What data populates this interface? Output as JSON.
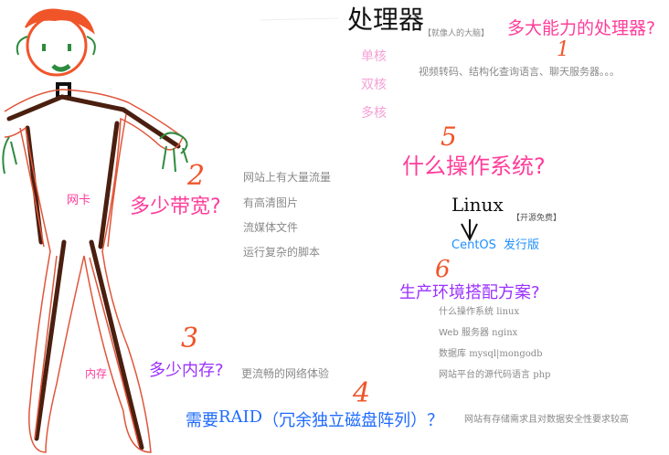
{
  "processor": {
    "title": "处理器",
    "note": "【就像人的大脑】",
    "question": "多大能力的处理器?",
    "number": "1",
    "cores": [
      "单核",
      "双核",
      "多核"
    ],
    "uses": "视频转码、结构化查询语言、聊天服务器。。。"
  },
  "os": {
    "number": "5",
    "question": "什么操作系统?",
    "linux": "Linux",
    "linux_note": "【开源免费】",
    "centos": "CentOS",
    "distro": "发行版"
  },
  "production": {
    "number": "6",
    "question": "生产环境搭配方案?",
    "items": [
      {
        "label": "什么操作系统",
        "value": "linux"
      },
      {
        "label": "Web 服务器",
        "value": "nginx"
      },
      {
        "label": "数据库",
        "value": "mysql|mongodb"
      },
      {
        "label": "网站平台的源代码语言",
        "value": "php"
      }
    ]
  },
  "bandwidth": {
    "number": "2",
    "part": "网卡",
    "question": "多少带宽?",
    "items": [
      "网站上有大量流量",
      "有高清图片",
      "流媒体文件",
      "运行复杂的脚本"
    ]
  },
  "memory": {
    "number": "3",
    "part": "内存",
    "question": "多少内存?",
    "note": "更流畅的网络体验"
  },
  "storage": {
    "number": "4",
    "question_prefix": "需要",
    "raid": "RAID",
    "question_suffix": "（冗余独立磁盘阵列）？",
    "note": "网站有存储需求且对数据安全性要求较高"
  },
  "colors": {
    "pink": "#ff3d9a",
    "light_pink": "#f5a0d6",
    "purple": "#9b30ff",
    "blue": "#1e6bff",
    "orange": "#f0552a",
    "gray": "#8a8a8a"
  }
}
